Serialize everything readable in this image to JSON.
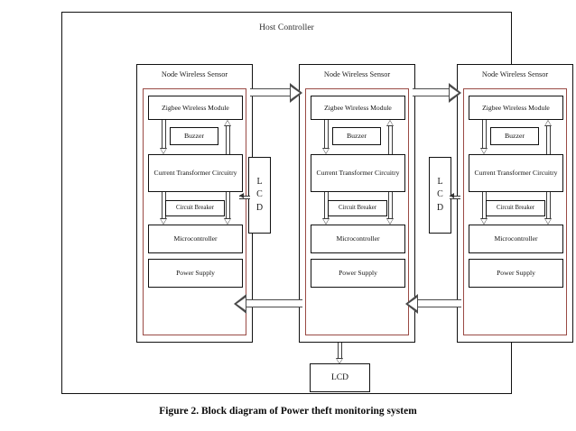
{
  "figure": {
    "caption": "Figure 2. Block diagram of Power theft monitoring system",
    "host_title": "Host Controller"
  },
  "colors": {
    "frame": "#111111",
    "inner_accent": "#9a4a44",
    "arrow": "#4a4a4a",
    "background": "#ffffff"
  },
  "nodes": [
    {
      "id": "node-1",
      "title": "Node Wireless Sensor",
      "blocks": {
        "zigbee": "Zigbee Wireless Module",
        "buzzer": "Buzzer",
        "current_transformer": "Current Transformer Circuitry",
        "circuit_breaker": "Circuit Breaker",
        "microcontroller": "Microcontroller",
        "power_supply": "Power Supply"
      }
    },
    {
      "id": "node-2",
      "title": "Node Wireless Sensor",
      "blocks": {
        "zigbee": "Zigbee Wireless Module",
        "buzzer": "Buzzer",
        "current_transformer": "Current Transformer Circuitry",
        "circuit_breaker": "Circuit Breaker",
        "microcontroller": "Microcontroller",
        "power_supply": "Power Supply"
      }
    },
    {
      "id": "node-3",
      "title": "Node Wireless Sensor",
      "blocks": {
        "zigbee": "Zigbee Wireless Module",
        "buzzer": "Buzzer",
        "current_transformer": "Current Transformer Circuitry",
        "circuit_breaker": "Circuit Breaker",
        "microcontroller": "Microcontroller",
        "power_supply": "Power Supply"
      }
    }
  ],
  "lcd_displays": [
    {
      "id": "lcd-left",
      "letters": [
        "L",
        "C",
        "D"
      ]
    },
    {
      "id": "lcd-right",
      "letters": [
        "L",
        "C",
        "D"
      ]
    }
  ],
  "lcd_bottom": {
    "label": "LCD"
  }
}
